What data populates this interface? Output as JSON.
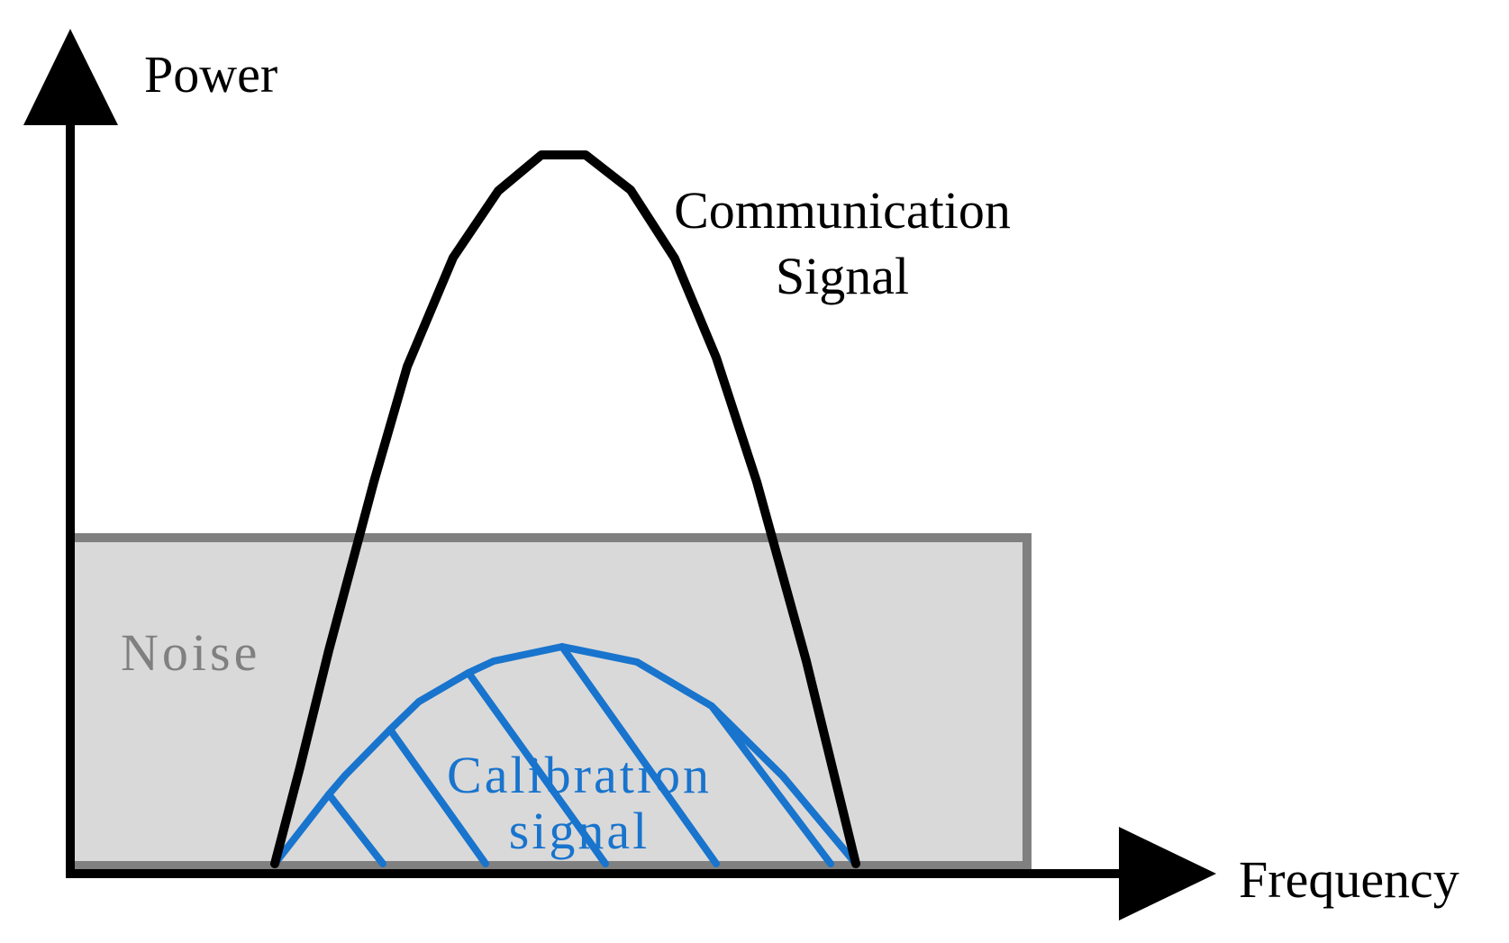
{
  "diagram": {
    "y_axis_label": "Power",
    "x_axis_label": "Frequency",
    "communication_label_line1": "Communication",
    "communication_label_line2": "Signal",
    "noise_label": "Noise",
    "calibration_label_line1": "Calibration",
    "calibration_label_line2": "signal"
  },
  "colors": {
    "axis": "#000000",
    "communication_curve": "#000000",
    "noise_fill": "#d9d9d9",
    "noise_border": "#808080",
    "noise_text": "#808080",
    "calibration": "#1874cd"
  }
}
